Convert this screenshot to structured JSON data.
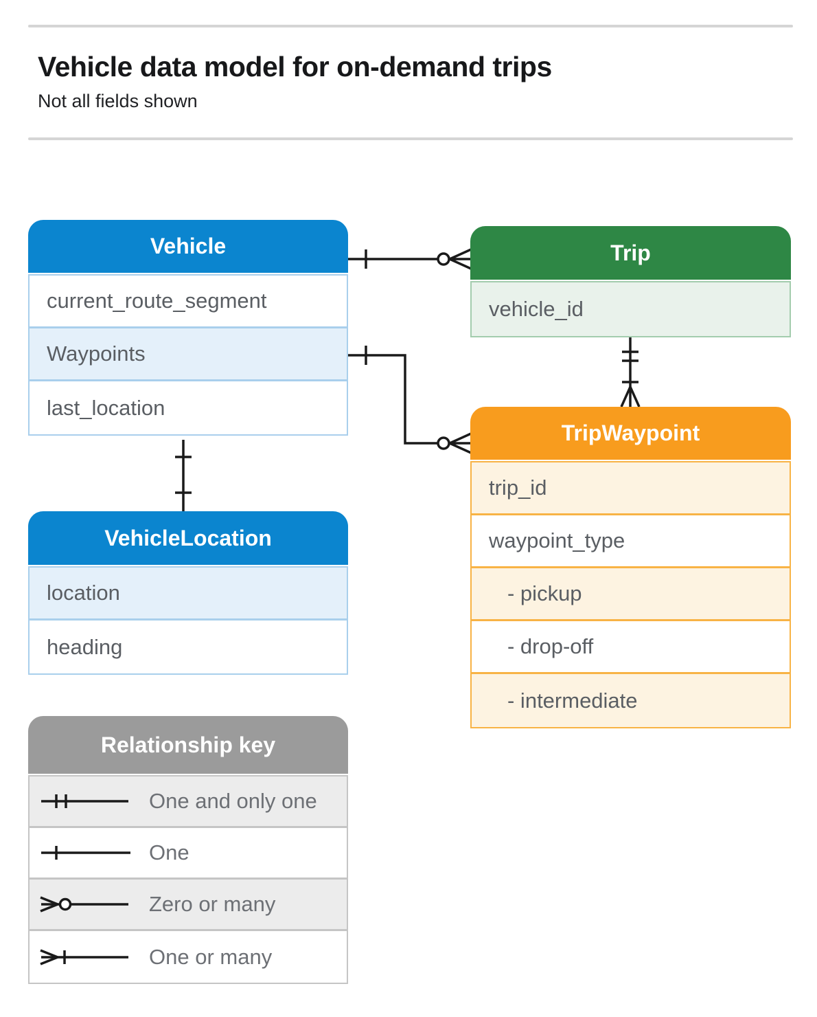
{
  "page": {
    "title": "Vehicle data model for on-demand trips",
    "subtitle": "Not all fields shown"
  },
  "entities": {
    "vehicle": {
      "title": "Vehicle",
      "fields": [
        "current_route_segment",
        "Waypoints",
        "last_location"
      ]
    },
    "trip": {
      "title": "Trip",
      "fields": [
        "vehicle_id"
      ]
    },
    "trip_waypoint": {
      "title": "TripWaypoint",
      "fields": [
        "trip_id",
        "waypoint_type",
        "- pickup",
        "- drop-off",
        "- intermediate"
      ]
    },
    "vehicle_location": {
      "title": "VehicleLocation",
      "fields": [
        "location",
        "heading"
      ]
    }
  },
  "legend": {
    "title": "Relationship key",
    "items": [
      {
        "symbol": "one-and-only-one",
        "label": "One and only one"
      },
      {
        "symbol": "one",
        "label": "One"
      },
      {
        "symbol": "zero-or-many",
        "label": "Zero or many"
      },
      {
        "symbol": "one-or-many",
        "label": "One or many"
      }
    ]
  },
  "relationships": [
    {
      "from": "Vehicle",
      "to": "Trip",
      "from_cardinality": "one",
      "to_cardinality": "zero-or-many"
    },
    {
      "from": "Vehicle.Waypoints",
      "to": "TripWaypoint",
      "from_cardinality": "one",
      "to_cardinality": "zero-or-many"
    },
    {
      "from": "Trip",
      "to": "TripWaypoint",
      "from_cardinality": "one-and-only-one",
      "to_cardinality": "one-or-many"
    },
    {
      "from": "Vehicle",
      "to": "VehicleLocation",
      "from_cardinality": "one",
      "to_cardinality": "one"
    }
  ],
  "colors": {
    "vehicle_header": "#0b85cf",
    "vehicle_row_tint": "#e4f0fa",
    "trip_header": "#2e8745",
    "trip_row_tint": "#e9f2eb",
    "trip_waypoint_header": "#f89c1e",
    "trip_waypoint_row_tint": "#fdf3e1",
    "legend_header": "#9b9b9b",
    "legend_row_tint": "#ececec",
    "connector": "#1a1a1a"
  }
}
